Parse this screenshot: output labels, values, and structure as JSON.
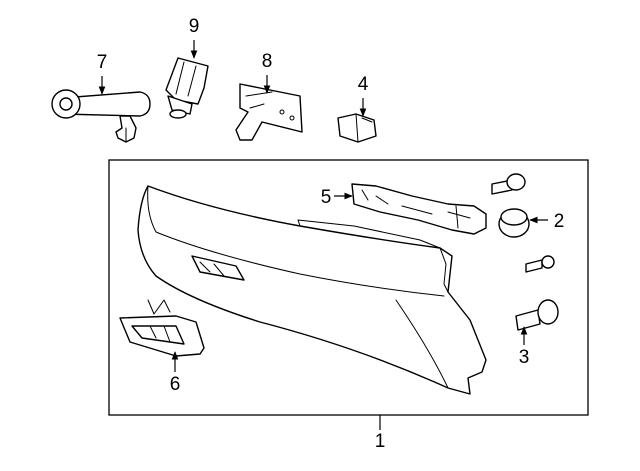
{
  "diagram": {
    "callouts": {
      "c1": "1",
      "c2": "2",
      "c3": "3",
      "c4": "4",
      "c5": "5",
      "c6": "6",
      "c7": "7",
      "c8": "8",
      "c9": "9"
    }
  }
}
